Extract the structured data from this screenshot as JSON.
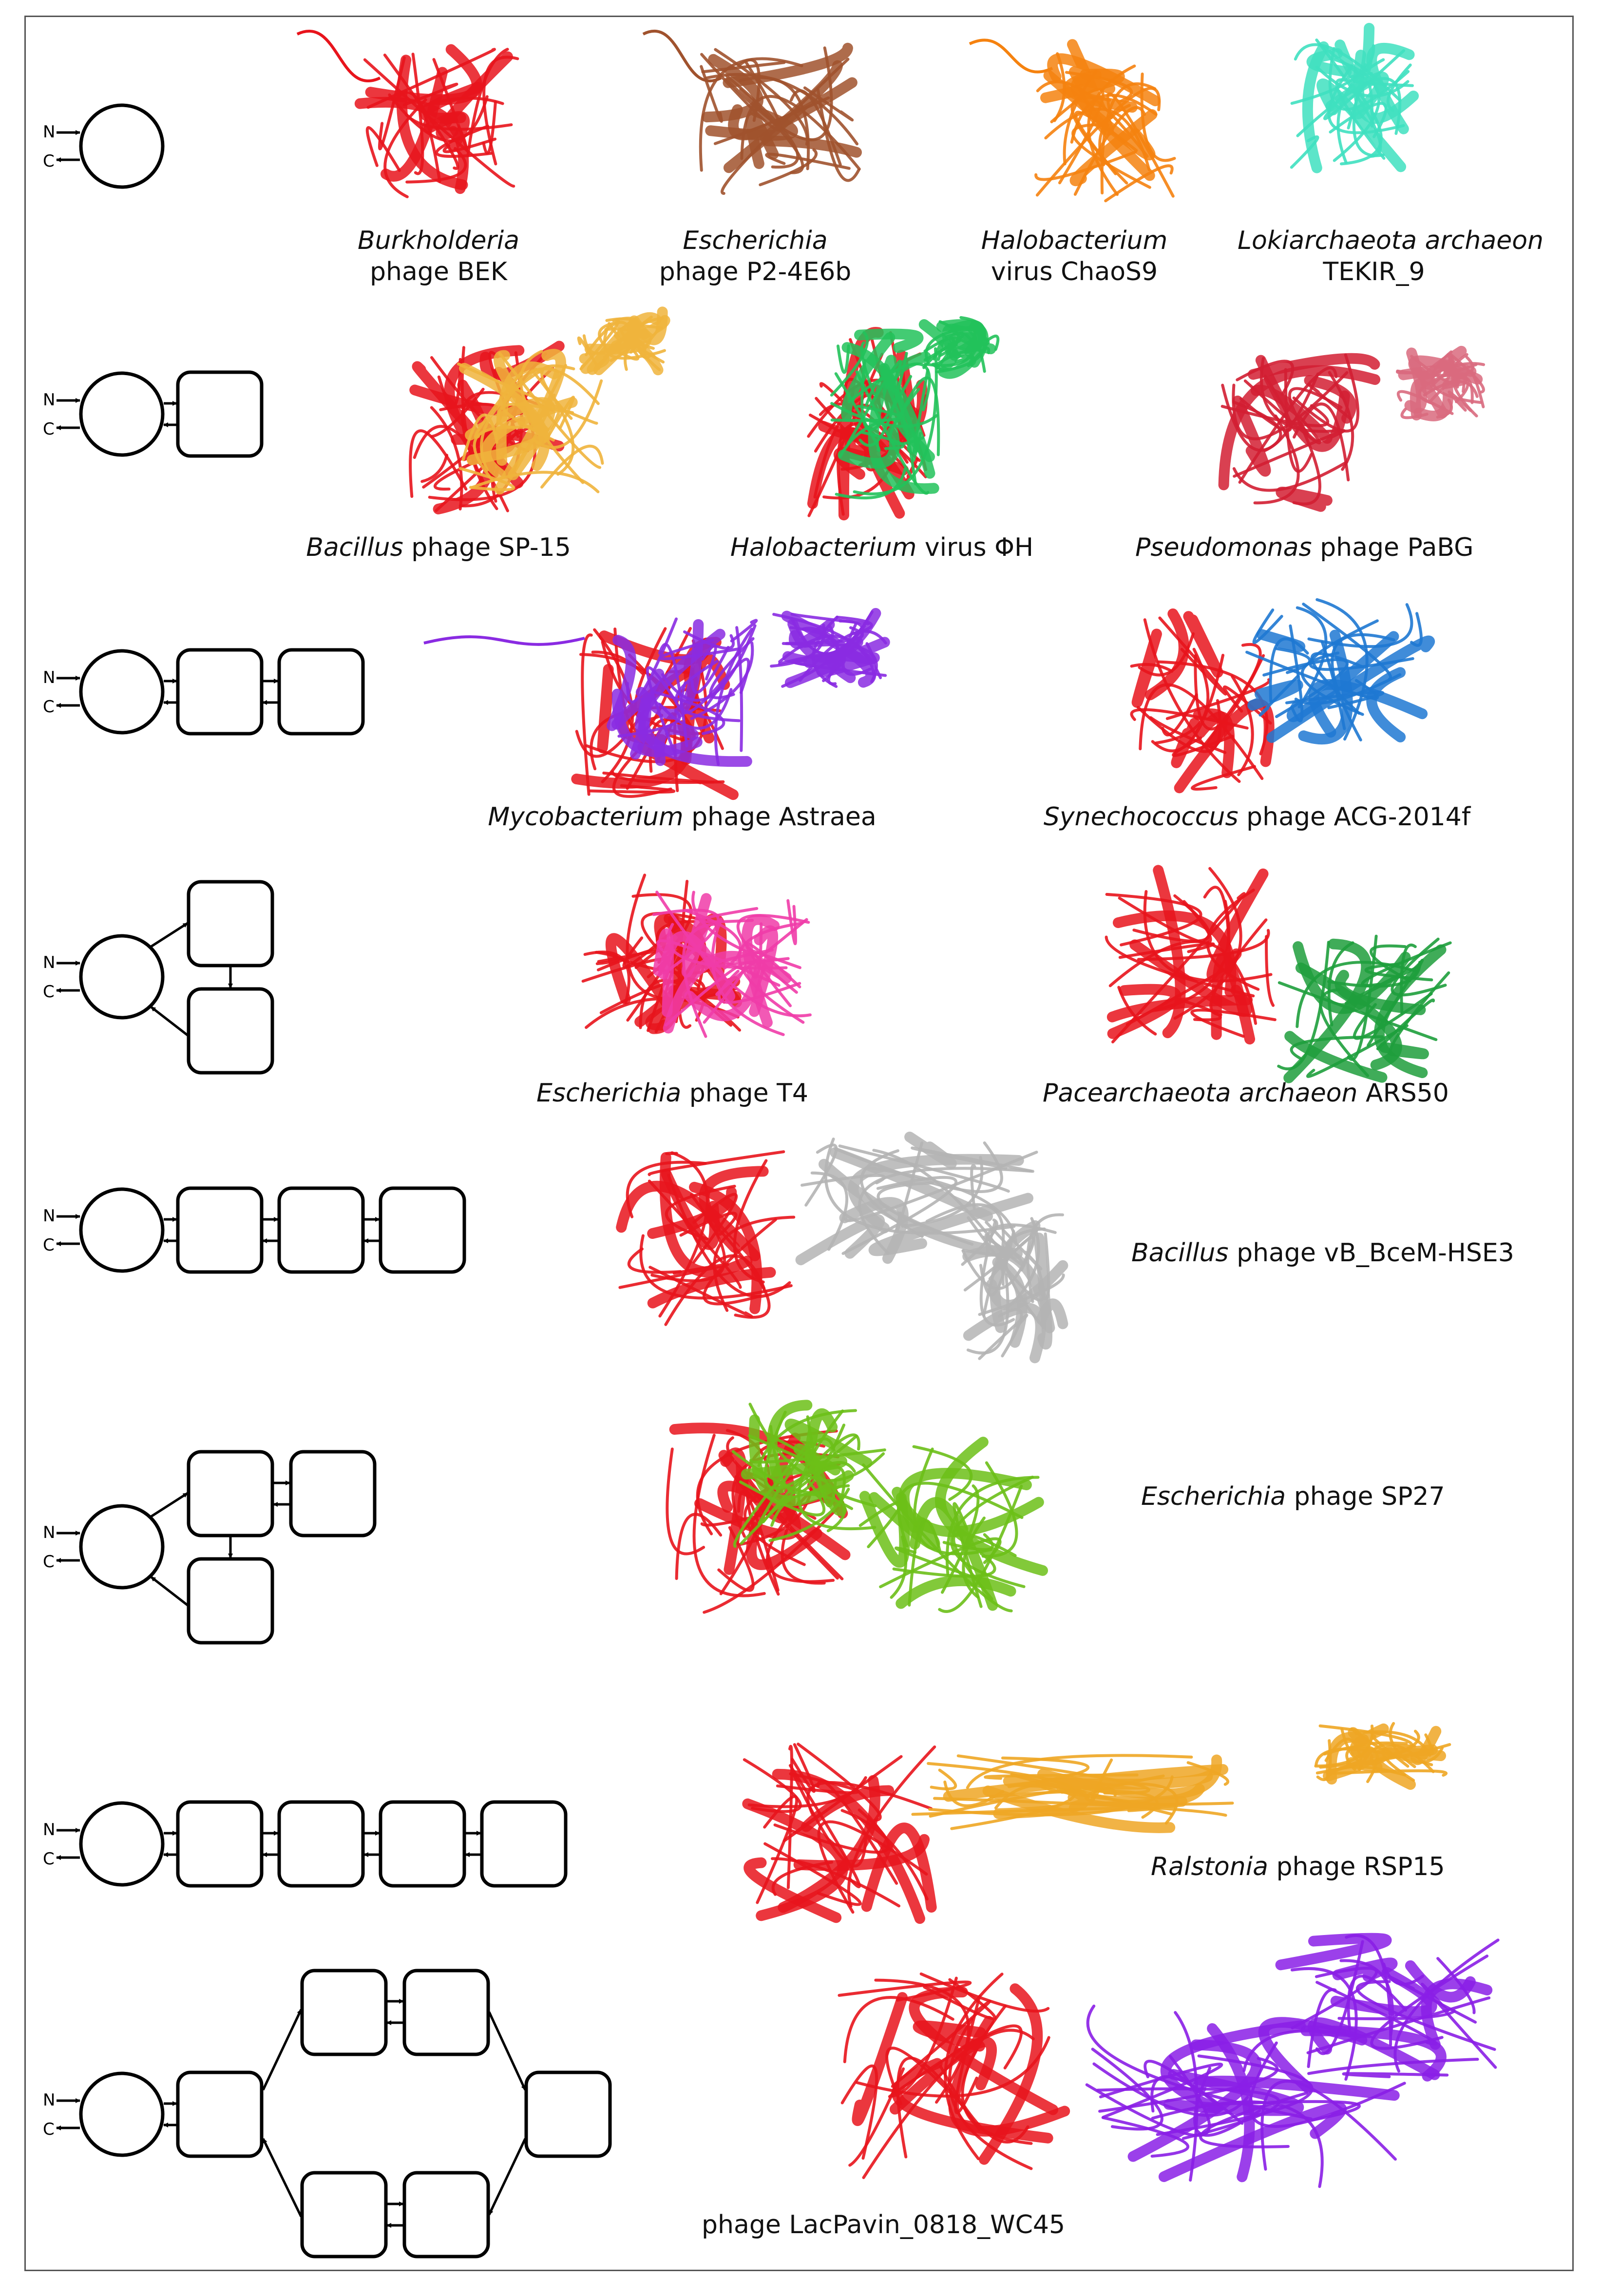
{
  "terminal_labels": {
    "n": "N",
    "c": "C"
  },
  "rows": [
    {
      "id": "row1",
      "domains": "1 circle",
      "structures": [
        {
          "genus": "Burkholderia",
          "rest": "phage BEK",
          "colors": [
            "#e8141c"
          ]
        },
        {
          "genus": "Escherichia",
          "rest": "phage P2-4E6b",
          "colors": [
            "#a0522d"
          ]
        },
        {
          "genus": "Halobacterium",
          "rest": "virus ChaoS9",
          "colors": [
            "#f5820f"
          ]
        },
        {
          "genus": "Lokiarchaeota archaeon",
          "rest": "TEKIR_9",
          "colors": [
            "#3fe0c0"
          ]
        }
      ]
    },
    {
      "id": "row2",
      "structures": [
        {
          "genus": "Bacillus",
          "rest": "phage SP-15",
          "colors": [
            "#e8141c",
            "#f0b43c"
          ]
        },
        {
          "genus": "Halobacterium",
          "rest": "virus ΦH",
          "colors": [
            "#e8141c",
            "#22c25a"
          ]
        },
        {
          "genus": "Pseudomonas",
          "rest": "phage PaBG",
          "colors": [
            "#d21e32",
            "#d96a7e"
          ]
        }
      ]
    },
    {
      "id": "row3",
      "structures": [
        {
          "genus": "Mycobacterium",
          "rest": "phage Astraea",
          "colors": [
            "#e8141c",
            "#8a2be2"
          ]
        },
        {
          "genus": "Synechococcus",
          "rest": "phage ACG-2014f",
          "colors": [
            "#e8141c",
            "#1e78d2"
          ]
        }
      ]
    },
    {
      "id": "row4",
      "structures": [
        {
          "genus": "Escherichia",
          "rest": "phage T4",
          "colors": [
            "#e8141c",
            "#f03ca8"
          ]
        },
        {
          "genus": "Pacearchaeota archaeon",
          "rest": "ARS50",
          "colors": [
            "#e8141c",
            "#1e9e3c"
          ]
        }
      ]
    },
    {
      "id": "row5",
      "structures": [
        {
          "genus": "Bacillus",
          "rest": "phage vB_BceM-HSE3",
          "colors": [
            "#e8141c",
            "#b4b4b4"
          ]
        }
      ]
    },
    {
      "id": "row6",
      "structures": [
        {
          "genus": "Escherichia",
          "rest": "phage SP27",
          "colors": [
            "#e8141c",
            "#6cbf18"
          ]
        }
      ]
    },
    {
      "id": "row7",
      "structures": [
        {
          "genus": "Ralstonia",
          "rest": "phage RSP15",
          "colors": [
            "#e8141c",
            "#eea624"
          ]
        }
      ]
    },
    {
      "id": "row8",
      "structures": [
        {
          "genus": "",
          "rest": "phage LacPavin_0818_WC45",
          "colors": [
            "#e8141c",
            "#8a1ee6"
          ]
        }
      ]
    }
  ]
}
